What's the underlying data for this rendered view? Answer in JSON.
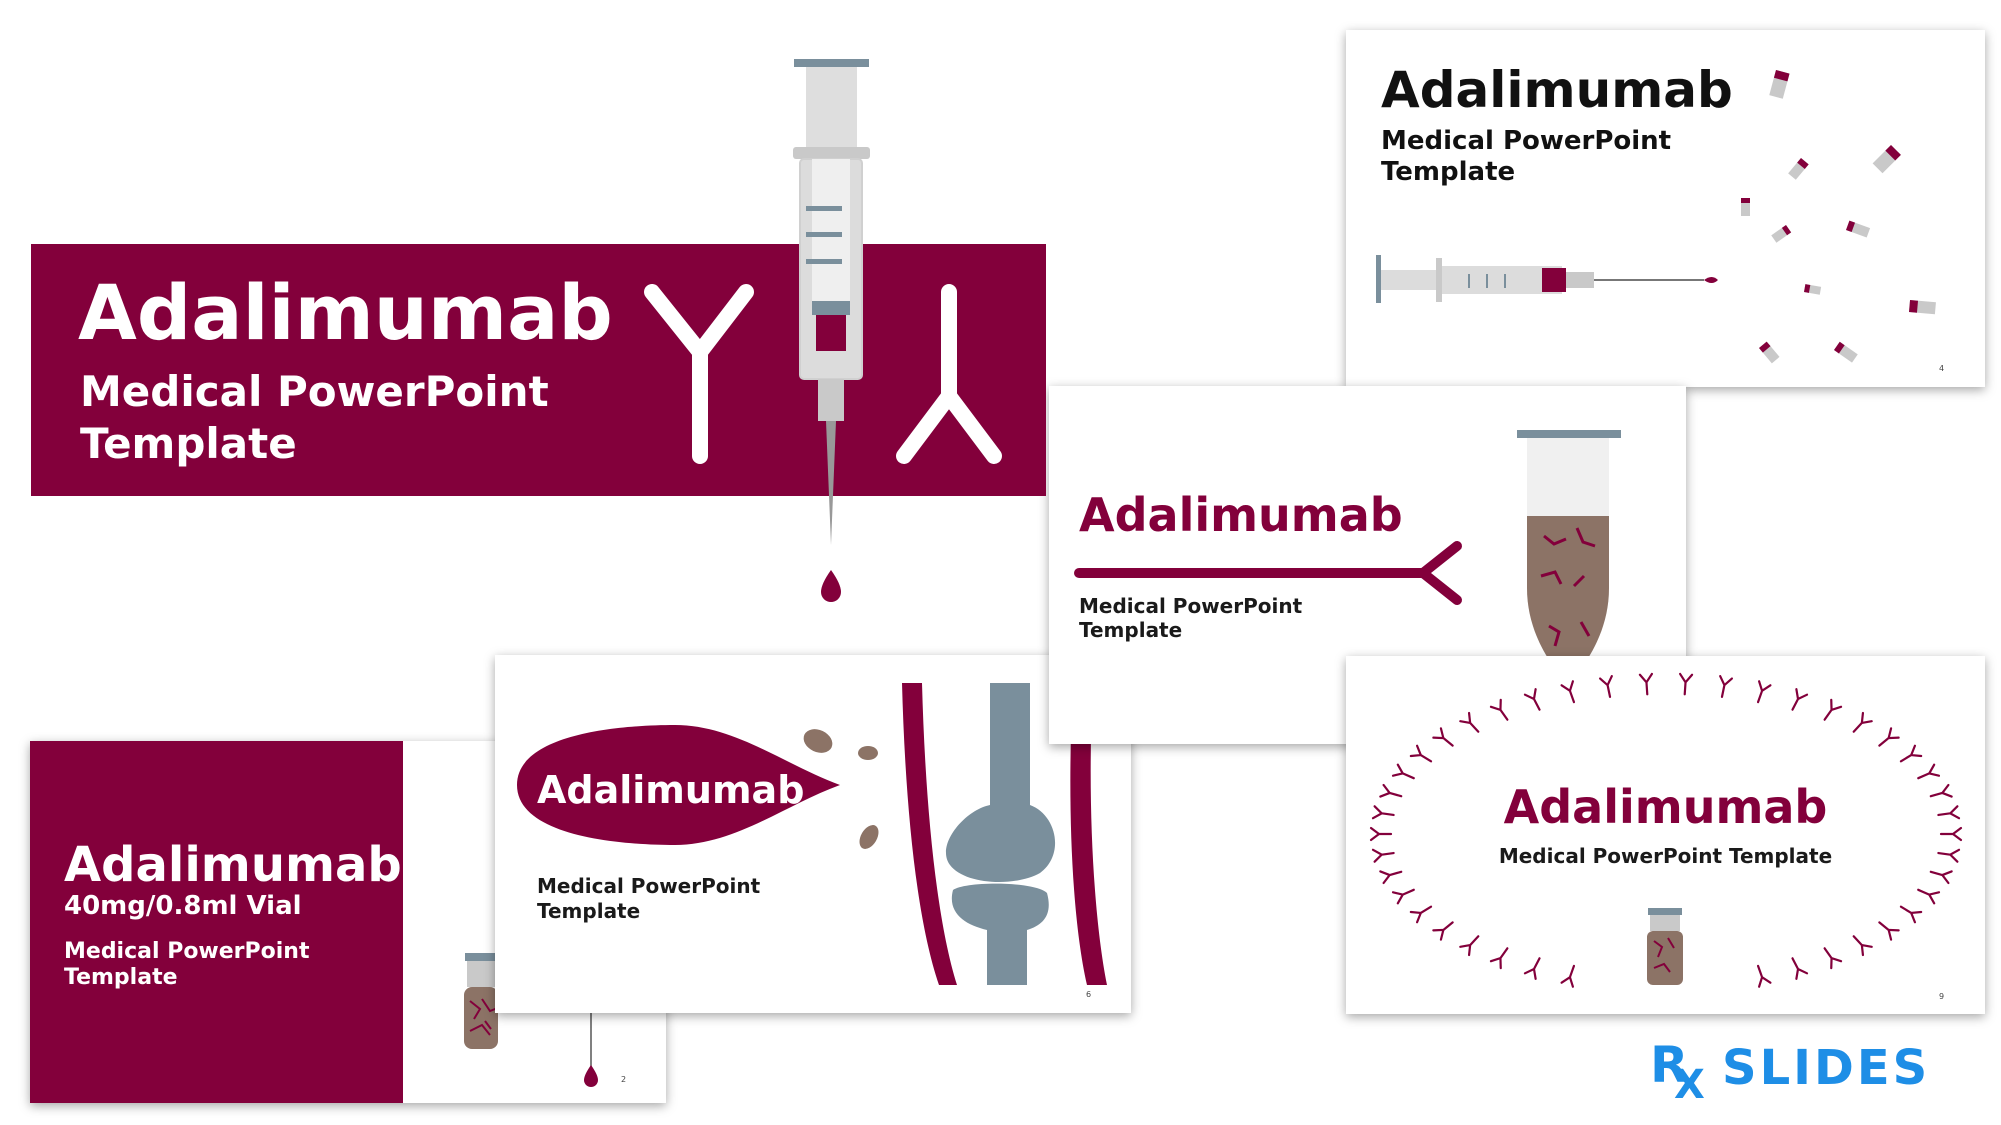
{
  "colors": {
    "brand": "#83003b",
    "steel": "#7a8f9c",
    "logo": "#1e8ee6",
    "vial_brown": "#8c7366"
  },
  "hero": {
    "title": "Adalimumab",
    "subtitle_line1": "Medical PowerPoint",
    "subtitle_line2": "Template"
  },
  "slide_4": {
    "title": "Adalimumab",
    "subtitle_line1": "Medical PowerPoint",
    "subtitle_line2": "Template",
    "page_number": "4"
  },
  "slide_mid": {
    "title": "Adalimumab",
    "subtitle_line1": "Medical PowerPoint",
    "subtitle_line2": "Template"
  },
  "slide_2": {
    "title": "Adalimumab",
    "dose": "40mg/0.8ml Vial",
    "subtitle_line1": "Medical PowerPoint",
    "subtitle_line2": "Template",
    "page_number": "2"
  },
  "slide_6": {
    "title": "Adalimumab",
    "subtitle_line1": "Medical PowerPoint",
    "subtitle_line2": "Template",
    "page_number": "6"
  },
  "slide_9": {
    "title": "Adalimumab",
    "subtitle": "Medical PowerPoint Template",
    "page_number": "9"
  },
  "logo": {
    "rx_r": "R",
    "rx_x": "X",
    "word": "SLIDES"
  }
}
